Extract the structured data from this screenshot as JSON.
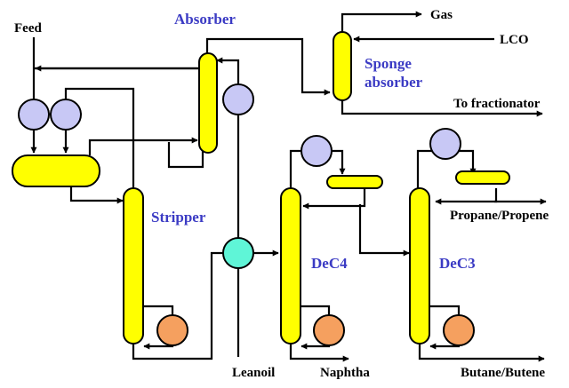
{
  "colors": {
    "vessel": "#FFFF00",
    "cooler": "#C8C8F5",
    "reboiler": "#F5A05F",
    "heat_exchanger": "#5FF5D7",
    "unit_label": "#3B3BC4",
    "line": "#000000"
  },
  "units": {
    "absorber": "Absorber",
    "sponge_line1": "Sponge",
    "sponge_line2": "absorber",
    "stripper": "Stripper",
    "dec4": "DeC4",
    "dec3": "DeC3"
  },
  "streams": {
    "feed": "Feed",
    "gas": "Gas",
    "lco": "LCO",
    "to_fractionator": "To fractionator",
    "leanoil": "Leanoil",
    "naphtha": "Naphtha",
    "propane_propene": "Propane/Propene",
    "butane_butene": "Butane/Butene"
  },
  "equipment_icons": {
    "vessel": "column-vessel",
    "cooler": "cooler-circle",
    "reboiler": "reboiler-circle",
    "exchanger": "heat-exchanger-circle",
    "arrow": "flow-arrowhead"
  }
}
